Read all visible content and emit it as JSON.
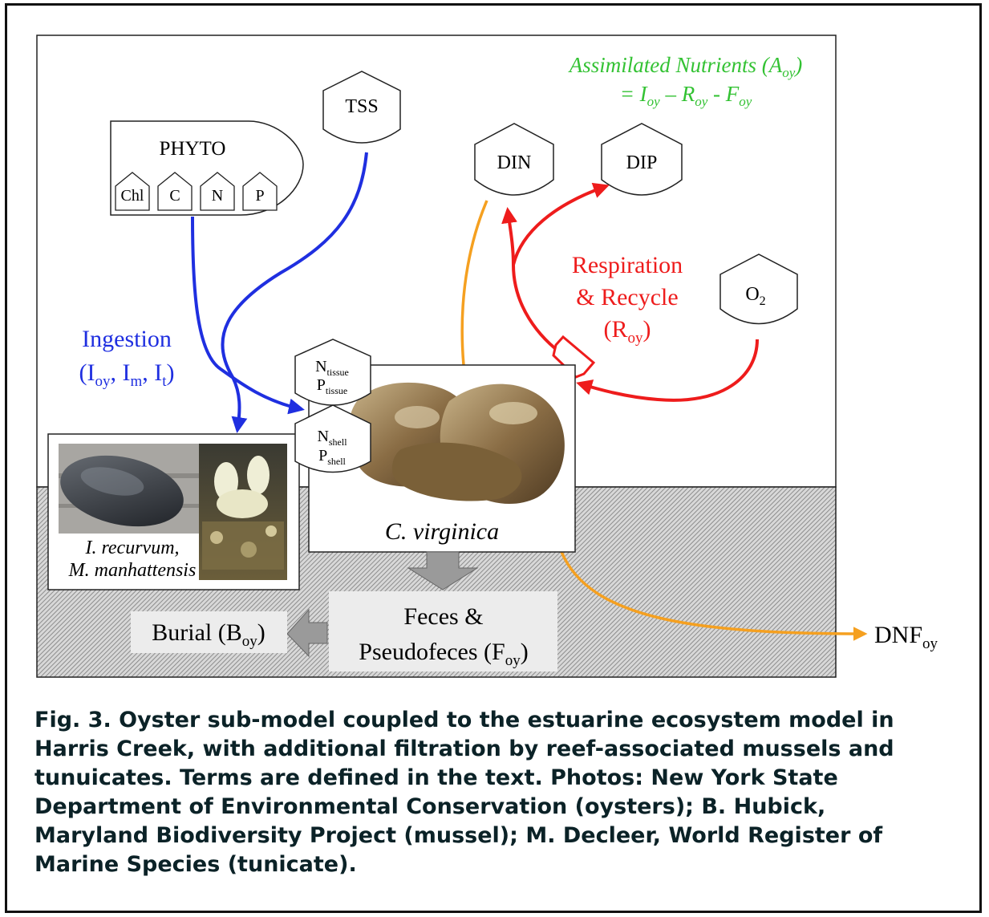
{
  "diagram": {
    "assimilated_line1": "Assimilated Nutrients (A",
    "assimilated_sub1": "oy",
    "assimilated_line1_end": ")",
    "assimilated_eq": "= I",
    "assimilated_eq_sub1": "oy",
    "assimilated_eq_mid1": " – R",
    "assimilated_eq_sub2": "oy",
    "assimilated_eq_mid2": " - F",
    "assimilated_eq_sub3": "oy",
    "tss": "TSS",
    "phyto": "PHYTO",
    "phyto_parts": [
      "Chl",
      "C",
      "N",
      "P"
    ],
    "din": "DIN",
    "dip": "DIP",
    "o2": "O",
    "o2_sub": "2",
    "ingestion": "Ingestion",
    "ingestion_terms": {
      "open": "(I",
      "s1": "oy",
      "m": ", I",
      "s2": "m",
      "t": ", I",
      "s3": "t",
      "close": ")"
    },
    "respiration": "Respiration",
    "recycle": "& Recycle",
    "r_oy_open": "(R",
    "r_oy_sub": "oy",
    "r_oy_close": ")",
    "n_tissue": "N",
    "n_tissue_sub": "tissue",
    "p_tissue": "P",
    "p_tissue_sub": "tissue",
    "n_shell": "N",
    "n_shell_sub": "shell",
    "p_shell": "P",
    "p_shell_sub": "shell",
    "oyster_label": "C. virginica",
    "mussel_label1": "I. recurvum,",
    "mussel_label2": "M. manhattensis",
    "feces1": "Feces &",
    "feces2": "Pseudofeces (F",
    "feces2_sub": "oy",
    "feces2_end": ")",
    "burial": "Burial (B",
    "burial_sub": "oy",
    "burial_end": ")",
    "dnf": "DNF",
    "dnf_sub": "oy"
  },
  "colors": {
    "ingestion": "#1f2fe0",
    "respiration": "#ee1c1c",
    "denitrification": "#f5a020",
    "assimilated": "#33c233",
    "sediment": "#9a9a9a",
    "feces_box": "#ececec"
  },
  "caption": "Fig. 3.  Oyster sub-model coupled to the estuarine ecosystem model in\nHarris Creek, with additional filtration by reef-associated mussels and\ntunuicates.  Terms are defined in the text.  Photos:  New York State\nDepartment of Environmental Conservation (oysters); B. Hubick,\nMaryland Biodiversity Project (mussel); M. Decleer, World Register of\nMarine Species (tunicate)."
}
